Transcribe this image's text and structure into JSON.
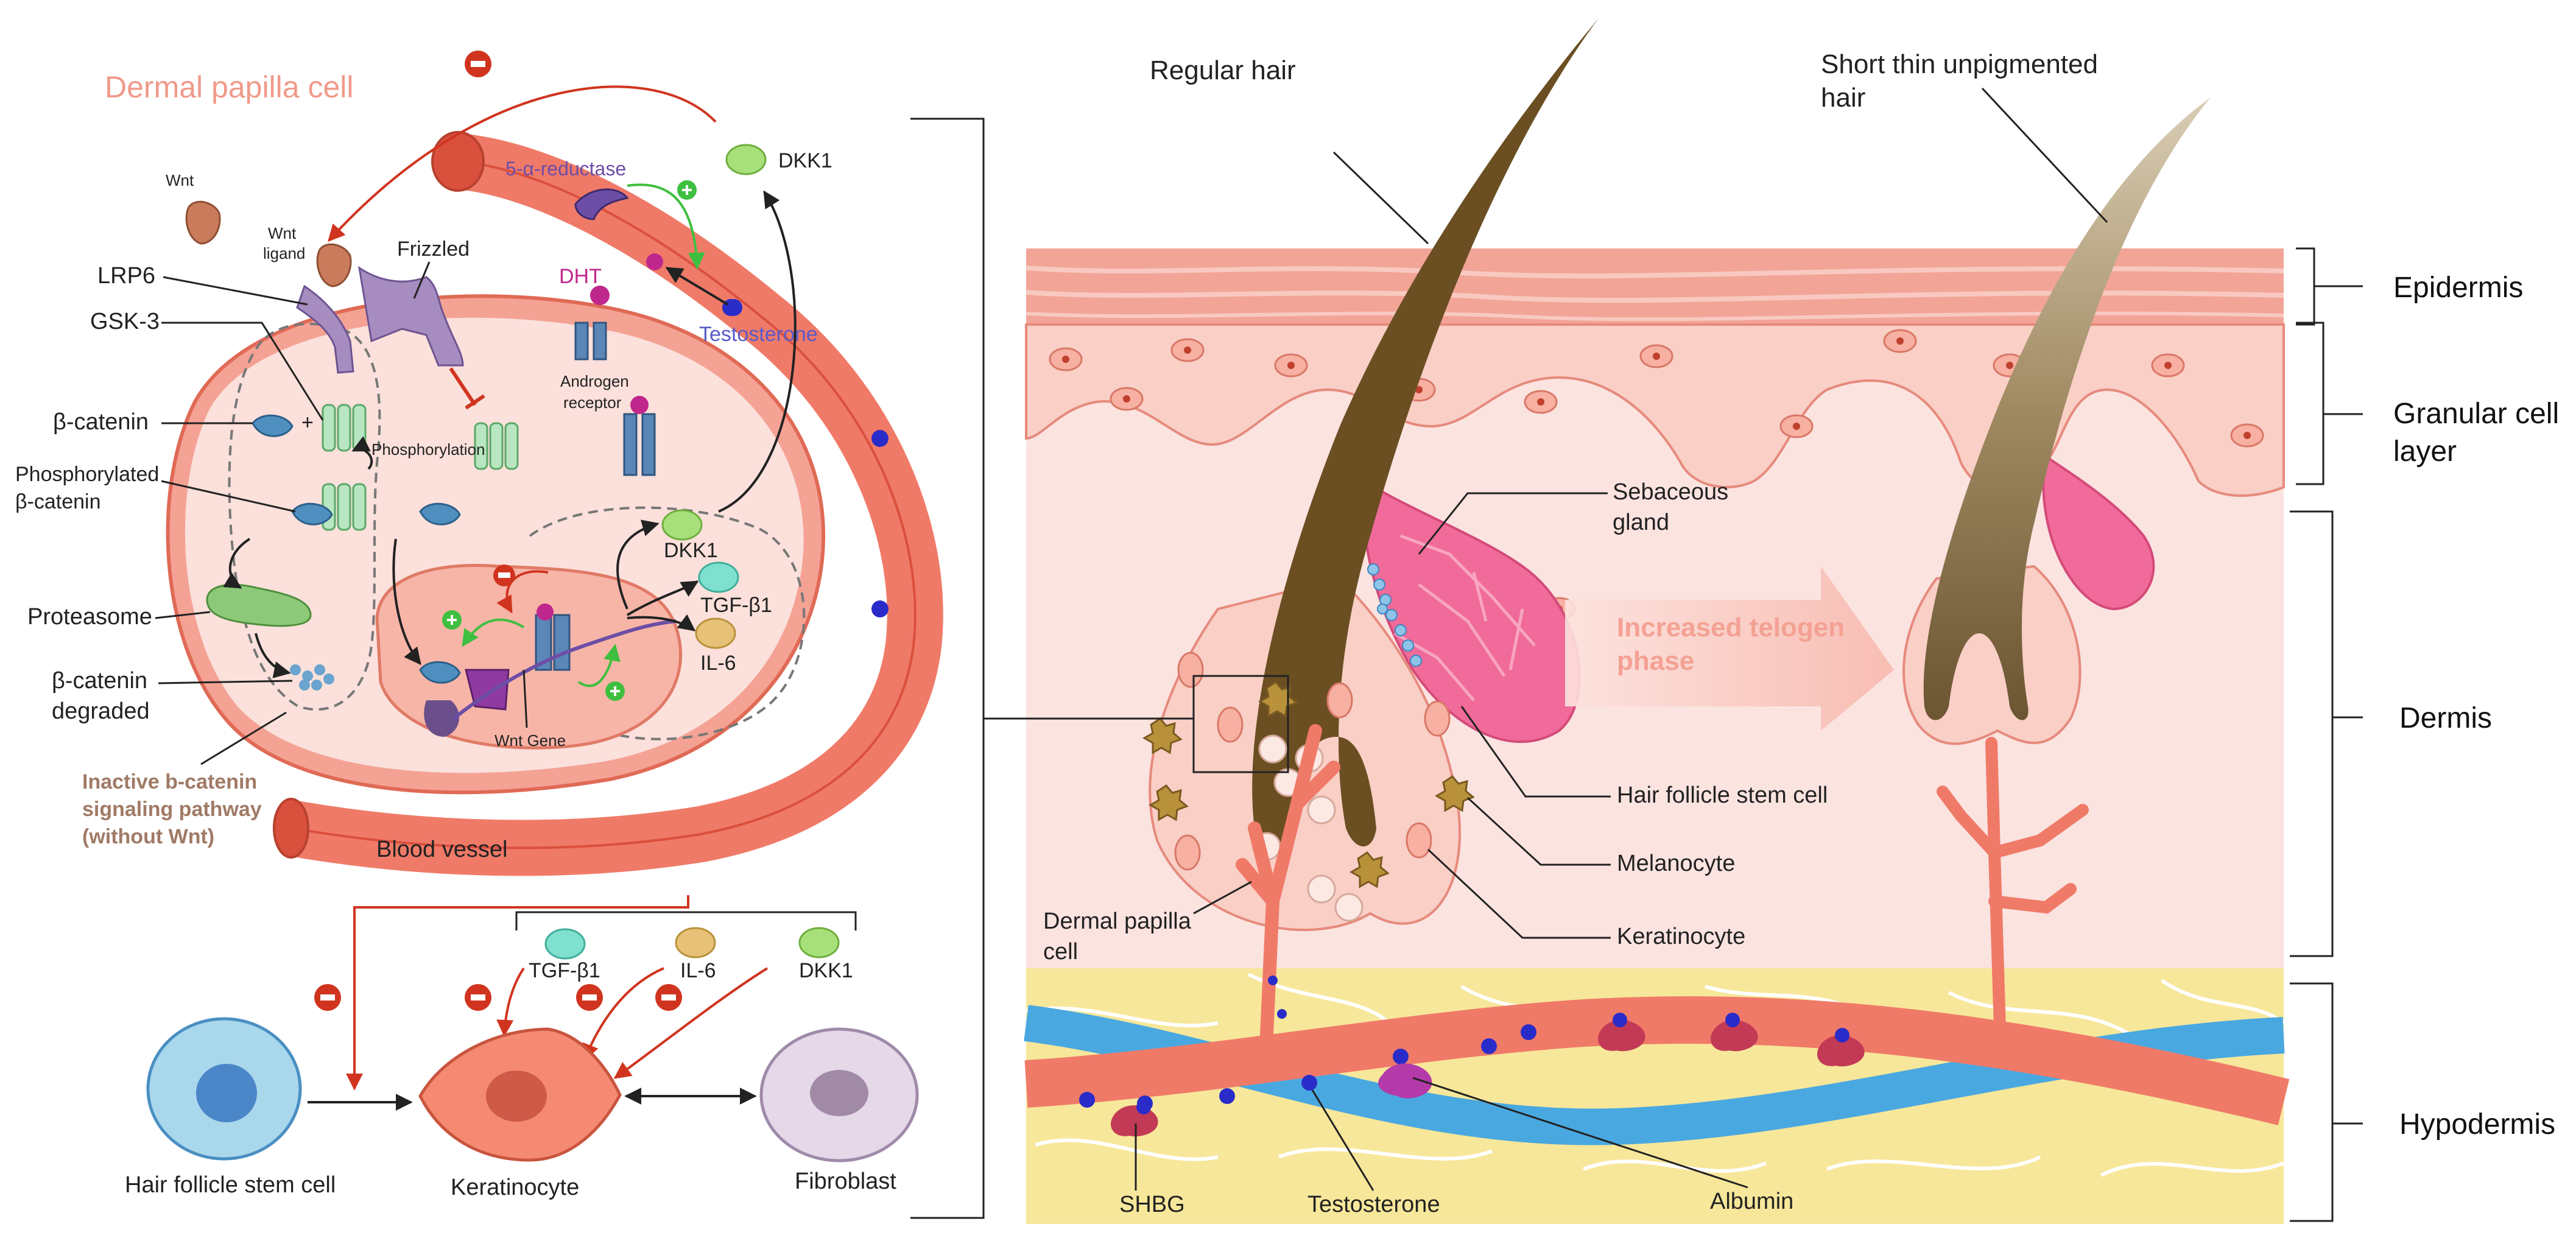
{
  "left_panel": {
    "title": "Dermal papilla cell",
    "wnt": "Wnt",
    "wnt_ligand_1": "Wnt",
    "wnt_ligand_2": "ligand",
    "frizzled": "Frizzled",
    "lrp6": "LRP6",
    "gsk3": "GSK-3",
    "beta_catenin": "β-catenin",
    "phospho_beta_catenin_1": "Phosphorylated",
    "phospho_beta_catenin_2": "β-catenin",
    "proteasome": "Proteasome",
    "beta_catenin_degraded_1": "β-catenin",
    "beta_catenin_degraded_2": "degraded",
    "inactive_pathway_1": "Inactive b-catenin",
    "inactive_pathway_2": "signaling pathway",
    "inactive_pathway_3": "(without Wnt)",
    "phosphorylation": "Phosphorylation",
    "plus": "+",
    "five_alpha_reductase": "5-α-reductase",
    "dkk1_top": "DKK1",
    "dht": "DHT",
    "testosterone": "Testosterone",
    "androgen_receptor_1": "Androgen",
    "androgen_receptor_2": "receptor",
    "dkk1_nucleus": "DKK1",
    "tgf_nucleus": "TGF-β1",
    "il6_nucleus": "IL-6",
    "wnt_gene": "Wnt Gene",
    "blood_vessel": "Blood vessel"
  },
  "bottom_panel": {
    "tgf": "TGF-β1",
    "il6": "IL-6",
    "dkk1": "DKK1",
    "hair_follicle_stem_cell": "Hair follicle stem cell",
    "keratinocyte": "Keratinocyte",
    "fibroblast": "Fibroblast"
  },
  "right_panel": {
    "regular_hair": "Regular hair",
    "short_hair_1": "Short thin unpigmented",
    "short_hair_2": "hair",
    "sebaceous_1": "Sebaceous",
    "sebaceous_2": "gland",
    "telogen_1": "Increased telogen",
    "telogen_2": "phase",
    "hfsc": "Hair follicle stem cell",
    "melanocyte": "Melanocyte",
    "keratinocyte": "Keratinocyte",
    "dermal_papilla_1": "Dermal papilla",
    "dermal_papilla_2": "cell",
    "shbg": "SHBG",
    "testosterone": "Testosterone",
    "albumin": "Albumin"
  },
  "layers": {
    "epidermis": "Epidermis",
    "granular_1": "Granular cell",
    "granular_2": "layer",
    "dermis": "Dermis",
    "hypodermis": "Hypodermis"
  },
  "colors": {
    "vessel": "#f07a68",
    "skin_top": "#f4a89a",
    "dermis": "#fbe3e0",
    "fat": "#f7e79a",
    "hair": "#6b4f22",
    "gland": "#f06b9a",
    "inhibit": "#d0341f",
    "stimulate": "#3fbf3f"
  }
}
